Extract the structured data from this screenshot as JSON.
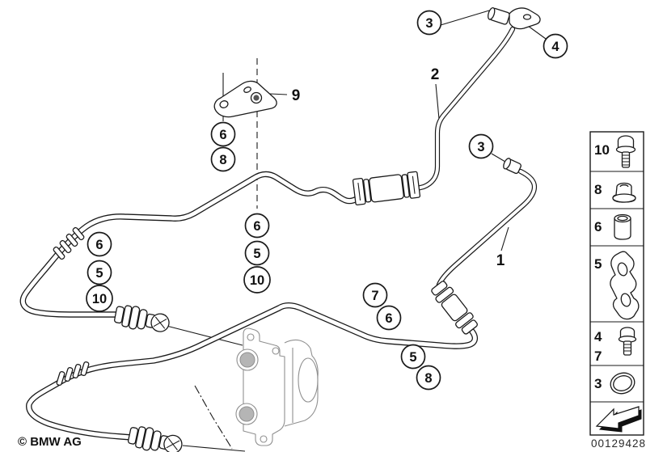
{
  "page": {
    "background": "#ffffff",
    "line_color": "#1a1a1a",
    "reference_part_color": "#909090"
  },
  "footer": {
    "copyright": "© BMW AG",
    "image_code": "00129428"
  },
  "diagram": {
    "description_icons": [
      "oil-cooler-feed-pipe",
      "oil-cooler-return-pipe",
      "inline-connector",
      "transmission-oil-cooler",
      "mounting-bracket",
      "quick-connect-fitting"
    ],
    "part_labels": [
      {
        "text": "2"
      },
      {
        "text": "9"
      },
      {
        "text": "1"
      }
    ],
    "callouts": [
      {
        "text": "3"
      },
      {
        "text": "4"
      },
      {
        "text": "3"
      },
      {
        "text": "6"
      },
      {
        "text": "8"
      },
      {
        "text": "6"
      },
      {
        "text": "5"
      },
      {
        "text": "10"
      },
      {
        "text": "6"
      },
      {
        "text": "5"
      },
      {
        "text": "10"
      },
      {
        "text": "7"
      },
      {
        "text": "6"
      },
      {
        "text": "5"
      },
      {
        "text": "8"
      }
    ]
  },
  "legend": {
    "cells": [
      {
        "labels": [
          "10"
        ],
        "icon": "hex-flange-bolt-icon"
      },
      {
        "labels": [
          "8"
        ],
        "icon": "flange-nut-icon"
      },
      {
        "labels": [
          "6"
        ],
        "icon": "spacer-sleeve-icon"
      },
      {
        "labels": [
          "5"
        ],
        "icon": "pipe-clamp-bracket-icon"
      },
      {
        "labels": [
          "4",
          "7"
        ],
        "icon": "hex-bolt-icon"
      },
      {
        "labels": [
          "3"
        ],
        "icon": "o-ring-icon"
      },
      {
        "labels": [],
        "icon": "direction-arrow-icon"
      }
    ]
  }
}
